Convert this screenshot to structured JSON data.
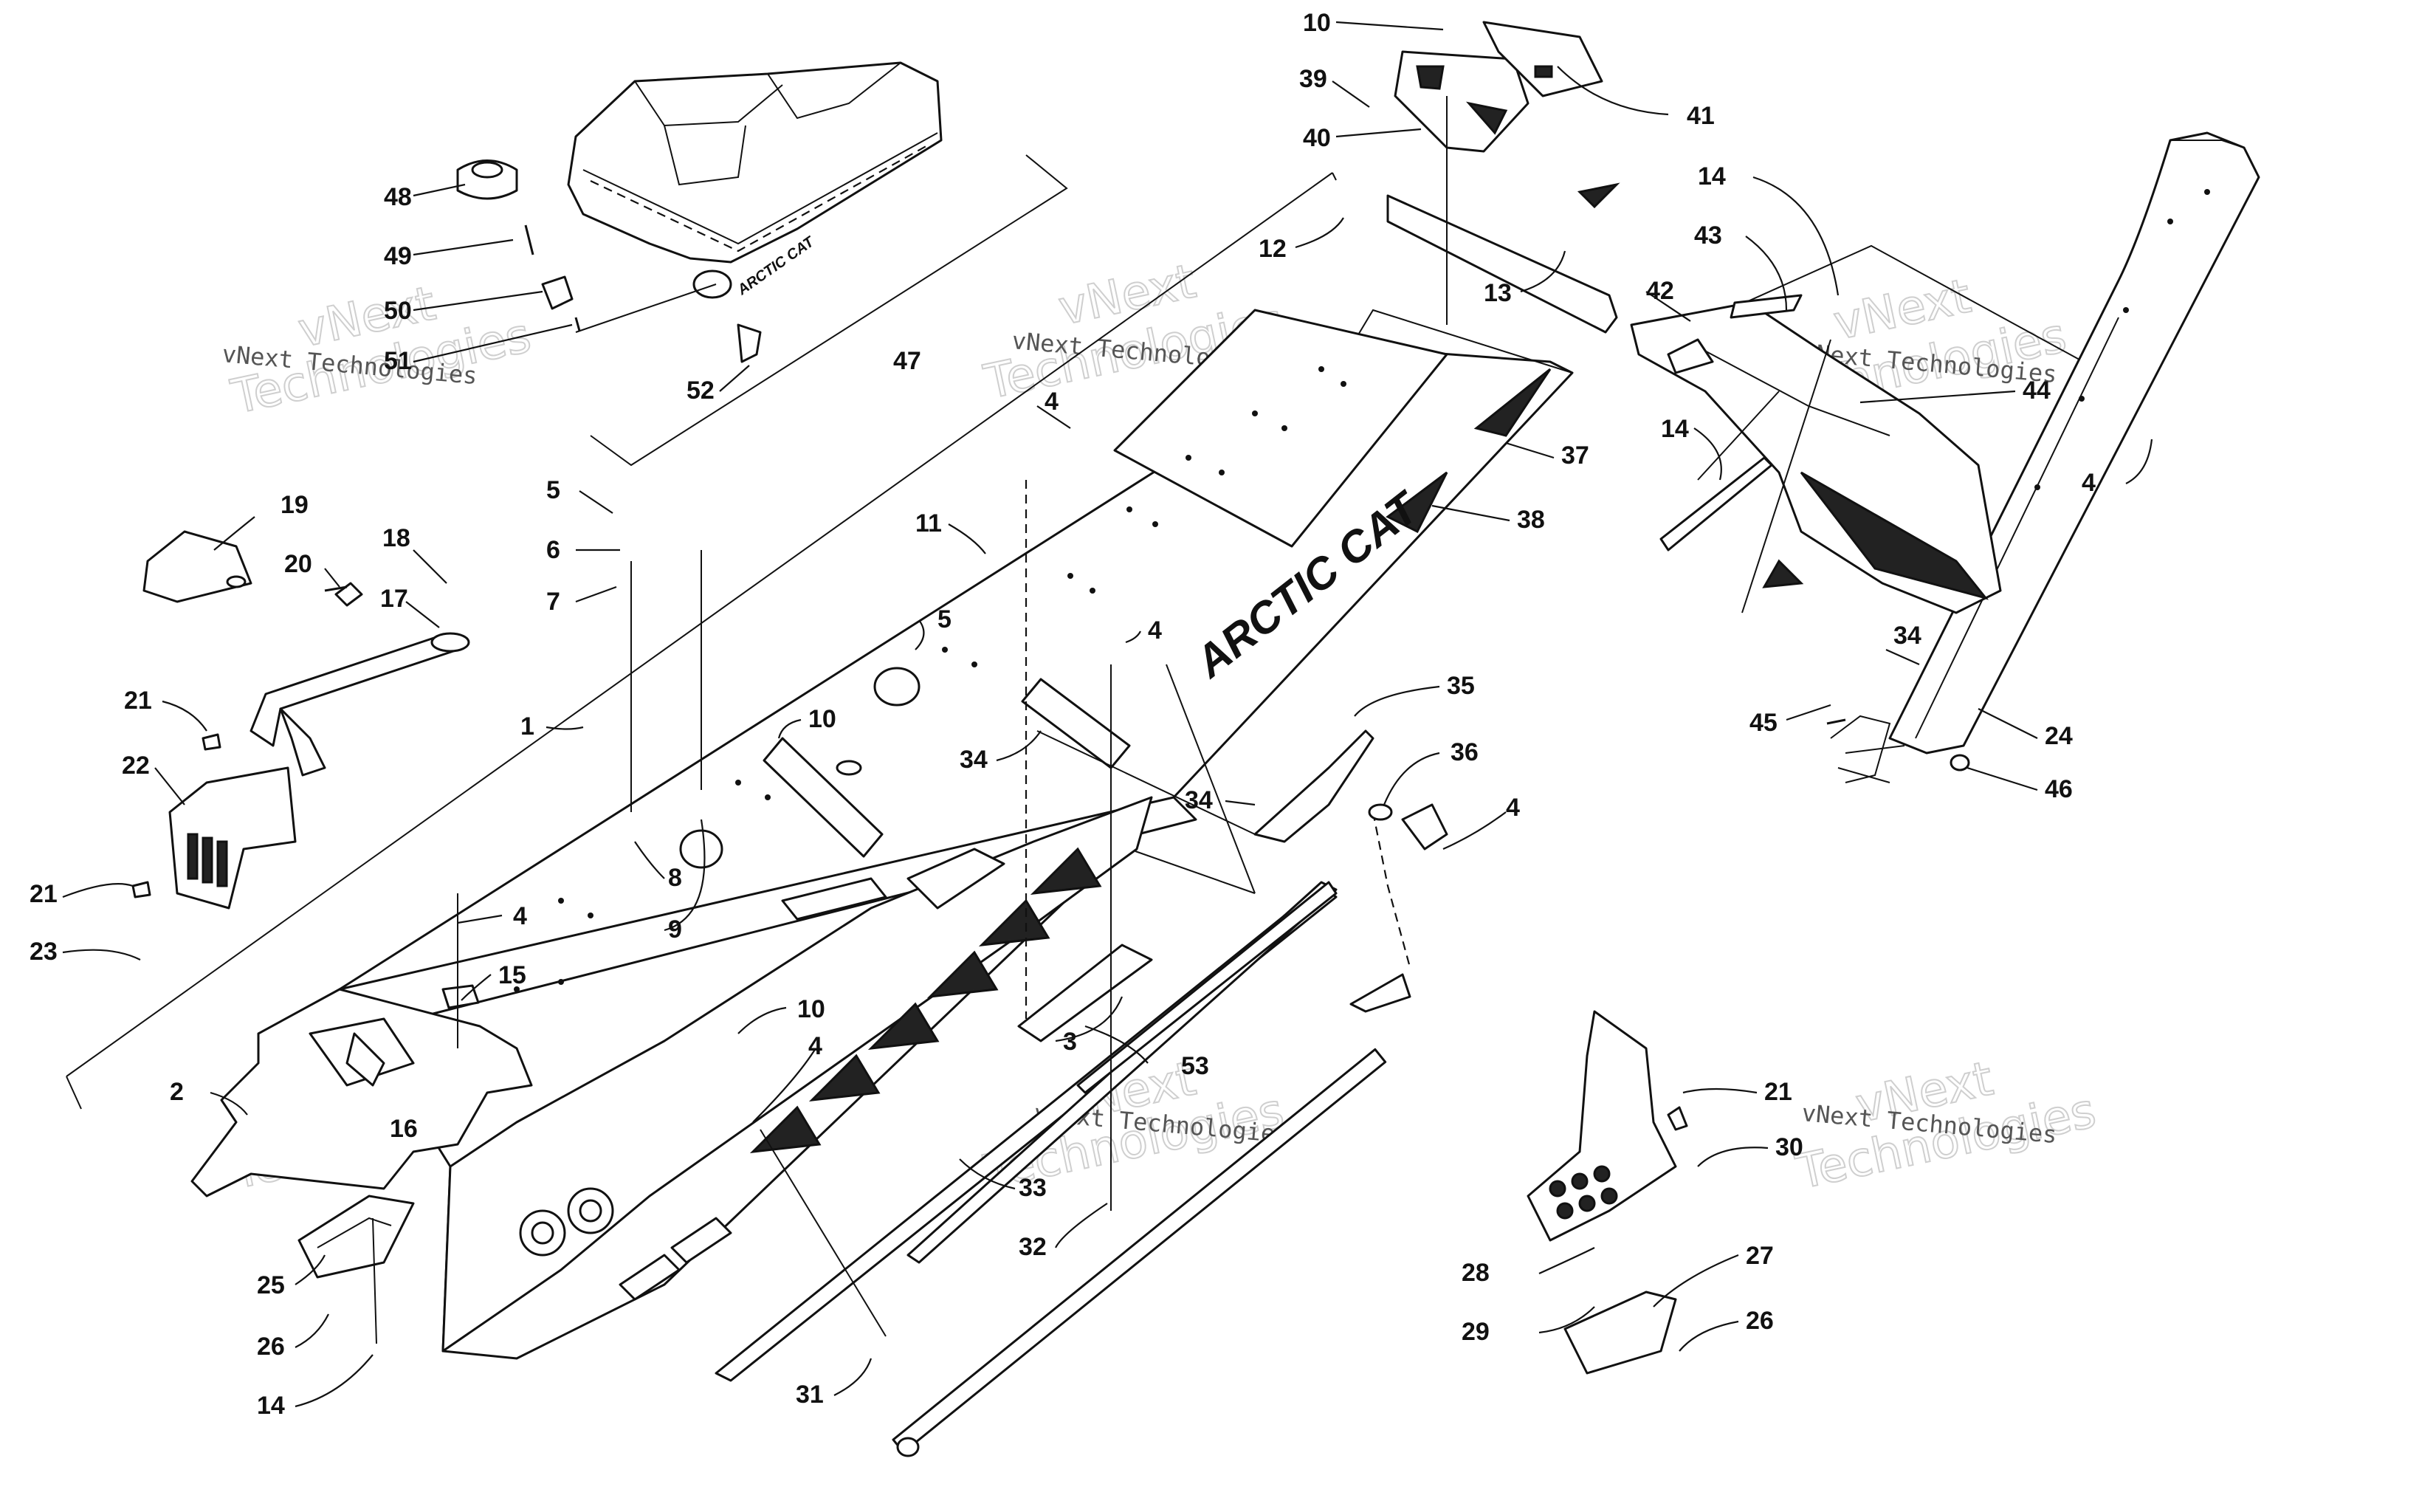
{
  "part_numbers": [
    "1",
    "2",
    "3",
    "4",
    "5",
    "6",
    "7",
    "8",
    "9",
    "10",
    "11",
    "12",
    "13",
    "14",
    "15",
    "16",
    "17",
    "18",
    "19",
    "20",
    "21",
    "22",
    "23",
    "24",
    "25",
    "26",
    "27",
    "28",
    "29",
    "30",
    "31",
    "32",
    "33",
    "34",
    "35",
    "36",
    "37",
    "38",
    "39",
    "40",
    "41",
    "42",
    "43",
    "44",
    "45",
    "46",
    "47",
    "48",
    "49",
    "50",
    "51",
    "52",
    "53"
  ],
  "labels": {
    "n10a": "10",
    "n39": "39",
    "n40": "40",
    "n41": "41",
    "n14a": "14",
    "n43": "43",
    "n42": "42",
    "n44": "44",
    "n14b": "14",
    "n4a": "4",
    "n48": "48",
    "n49": "49",
    "n50": "50",
    "n51": "51",
    "n52": "52",
    "n47": "47",
    "n12": "12",
    "n13": "13",
    "n4b": "4",
    "n11": "11",
    "n37": "37",
    "n38": "38",
    "n19": "19",
    "n20": "20",
    "n18": "18",
    "n17": "17",
    "n5a": "5",
    "n6": "6",
    "n7": "7",
    "n5b": "5",
    "n4c": "4",
    "n10b": "10",
    "n34a": "34",
    "n35": "35",
    "n36": "36",
    "n34b": "34",
    "n4d": "4",
    "n34c": "34",
    "n45": "45",
    "n24": "24",
    "n46": "46",
    "n21a": "21",
    "n22": "22",
    "n1": "1",
    "n8": "8",
    "n9": "9",
    "n21b": "21",
    "n23": "23",
    "n4e": "4",
    "n15": "15",
    "n10c": "10",
    "n3": "3",
    "n53": "53",
    "n4f": "4",
    "n2": "2",
    "n16": "16",
    "n33": "33",
    "n32": "32",
    "n25": "25",
    "n26a": "26",
    "n14c": "14",
    "n31": "31",
    "n21c": "21",
    "n30": "30",
    "n28": "28",
    "n27": "27",
    "n29": "29",
    "n26b": "26"
  },
  "logo": {
    "hood": "ARCTIC CAT",
    "seat": "ARCTIC CAT"
  },
  "watermark": {
    "line1": "vNext Technologies",
    "line2": "vNext",
    "line3": "Technologies"
  }
}
